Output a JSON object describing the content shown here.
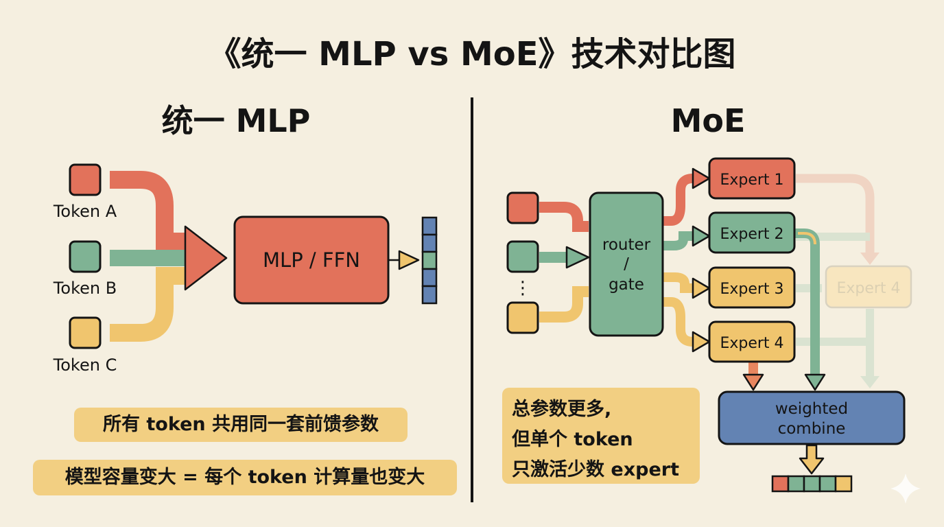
{
  "title": "《统一 MLP vs MoE》技术对比图",
  "left": {
    "heading": "统一 MLP",
    "tokens": [
      {
        "label": "Token A",
        "color": "#e2725b"
      },
      {
        "label": "Token B",
        "color": "#7fb394"
      },
      {
        "label": "Token C",
        "color": "#f0c56e"
      }
    ],
    "block_label": "MLP / FFN",
    "notes": [
      "所有 token 共用同一套前馈参数",
      "模型容量变大 = 每个 token 计算量也变大"
    ]
  },
  "right": {
    "heading": "MoE",
    "ellipsis": "⋮",
    "router": {
      "line1": "router",
      "line2": "/",
      "line3": "gate"
    },
    "experts": [
      "Expert 1",
      "Expert 2",
      "Expert 3",
      "Expert 4"
    ],
    "faded_expert": "Expert 4",
    "combine": {
      "line1": "weighted",
      "line2": "combine"
    },
    "note_lines": [
      "总参数更多,",
      "但单个 token",
      "只激活少数 expert"
    ]
  },
  "colors": {
    "background": "#f5efe0",
    "red": "#e2725b",
    "green": "#7fb394",
    "yellow": "#f0c56e",
    "blue": "#6383b3",
    "note": "#f2cf82",
    "outline": "#141414"
  }
}
